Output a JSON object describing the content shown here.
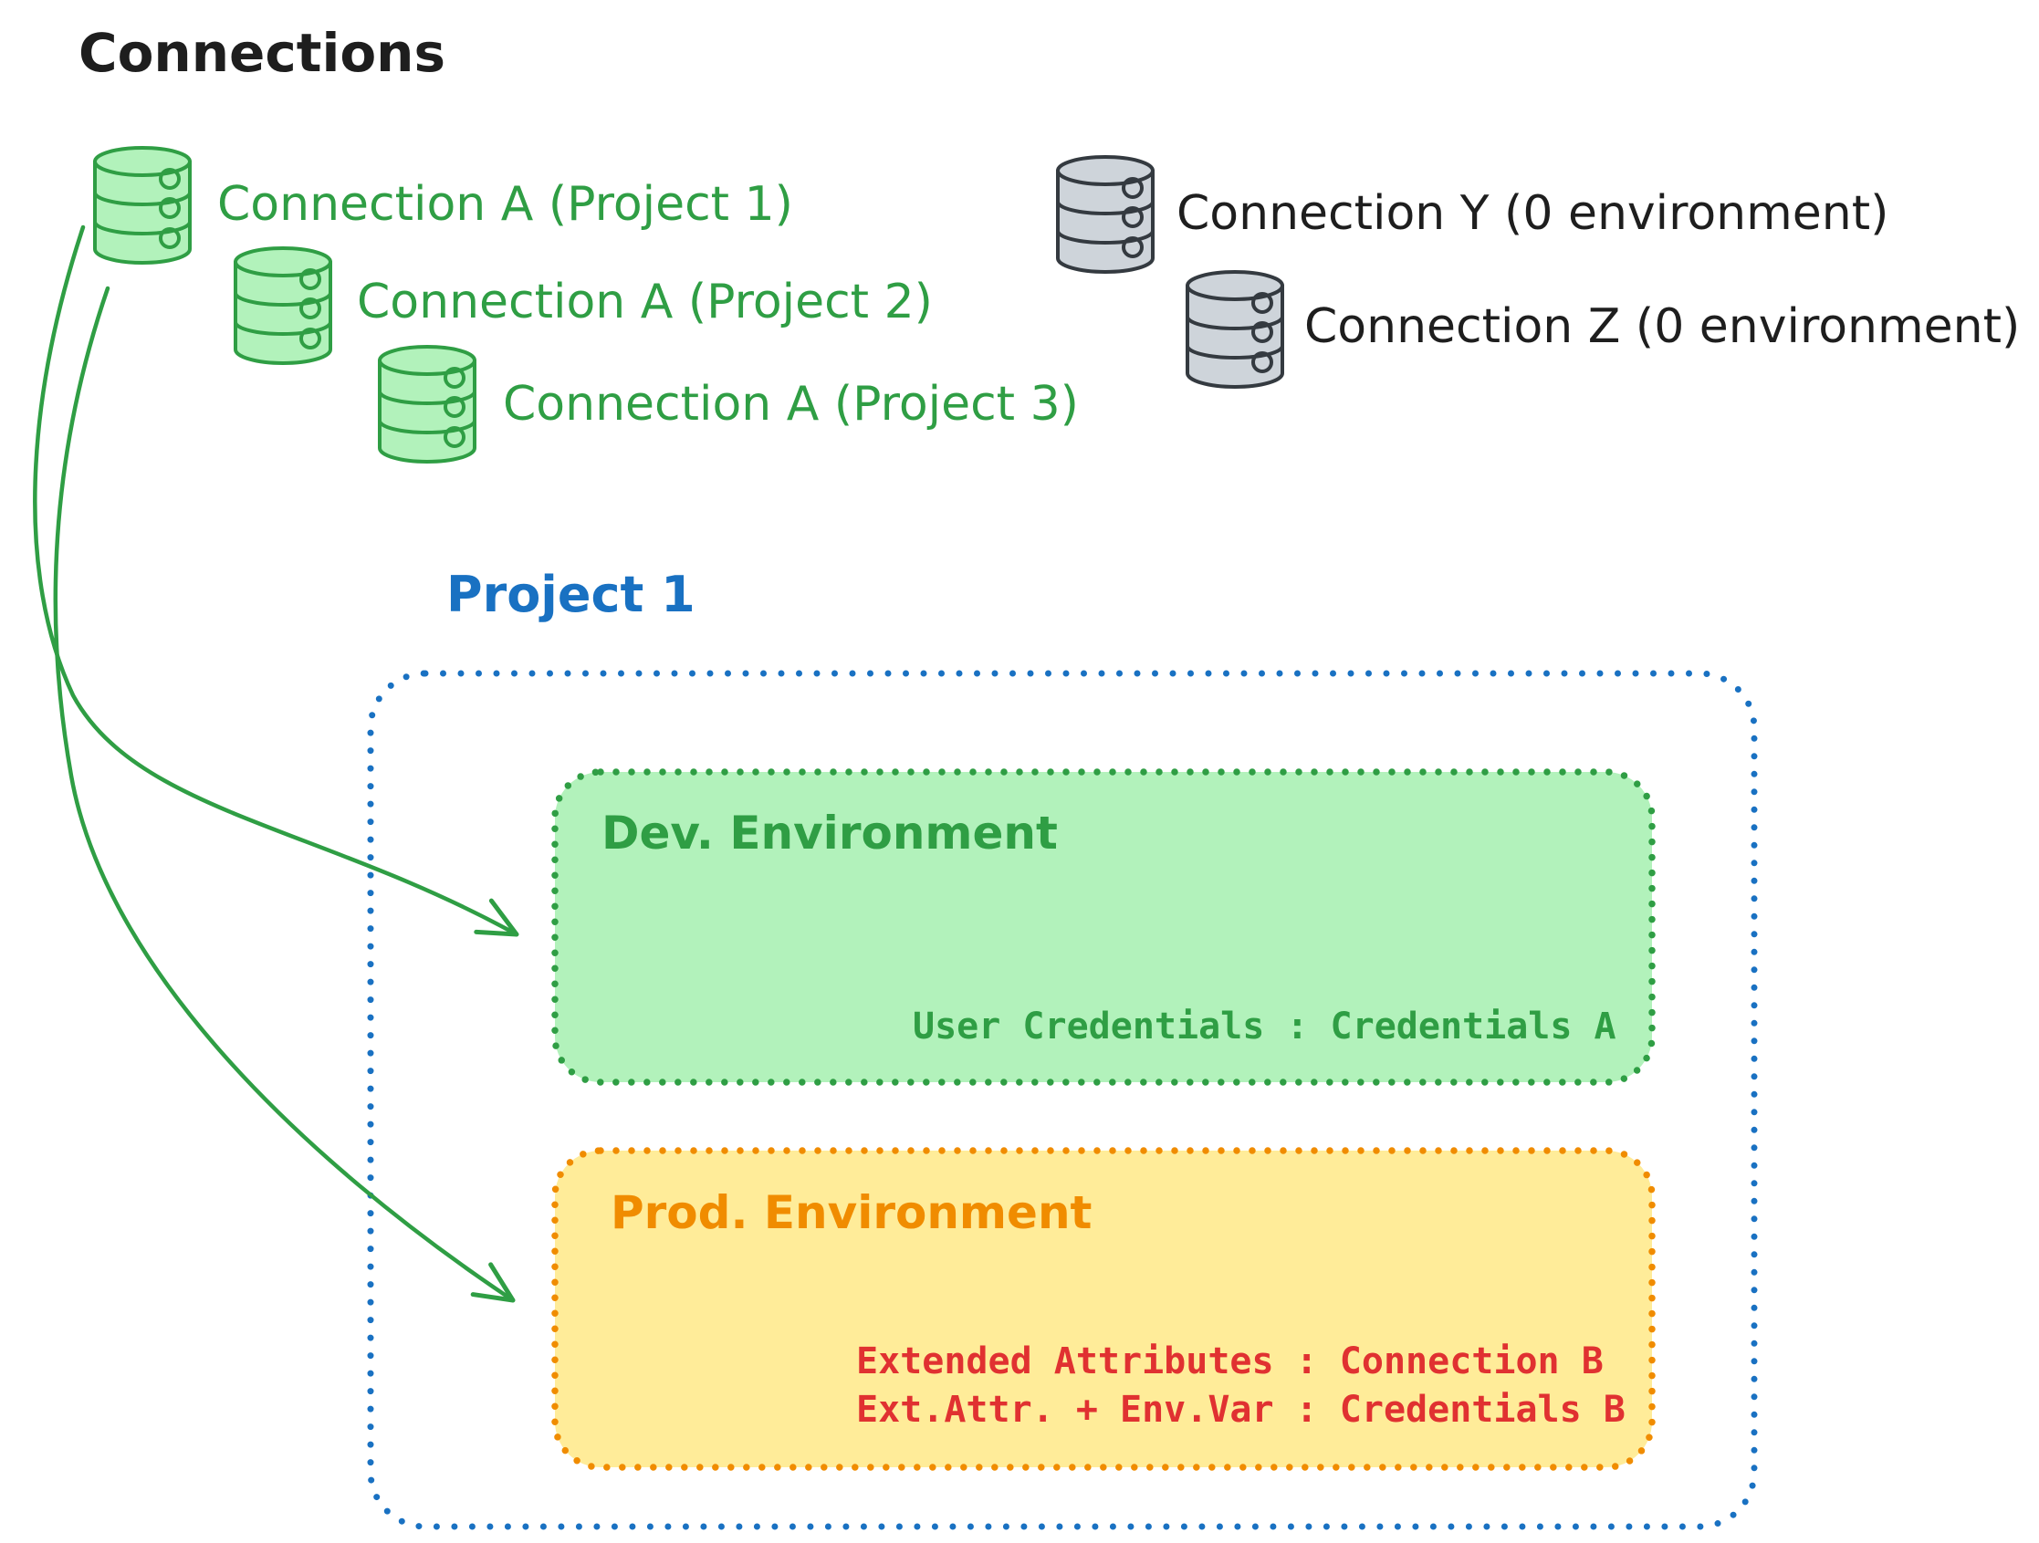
{
  "title": "Connections",
  "palette": {
    "ink": "#1e1e1e",
    "green": "#2f9e44",
    "green_fill": "#b2f2bb",
    "gray_stroke": "#343a40",
    "gray_fill": "#ced4da",
    "blue": "#1971c2",
    "orange": "#f08c00",
    "orange_fill": "#ffec99",
    "red": "#e03131"
  },
  "icons": {
    "connection": "database-icon",
    "link": "curved-arrow"
  },
  "connections": [
    {
      "label": "Connection A (Project 1)",
      "color": "green"
    },
    {
      "label": "Connection A (Project 2)",
      "color": "green"
    },
    {
      "label": "Connection A (Project 3)",
      "color": "green"
    },
    {
      "label": "Connection Y (0 environment)",
      "color": "gray"
    },
    {
      "label": "Connection Z (0 environment)",
      "color": "gray"
    }
  ],
  "project": {
    "title": "Project 1",
    "environments": [
      {
        "name": "Dev. Environment",
        "mappings": [
          "User Credentials : Credentials A"
        ]
      },
      {
        "name": "Prod. Environment",
        "mappings": [
          "Extended Attributes : Connection B",
          "Ext.Attr. + Env.Var : Credentials B"
        ]
      }
    ]
  }
}
